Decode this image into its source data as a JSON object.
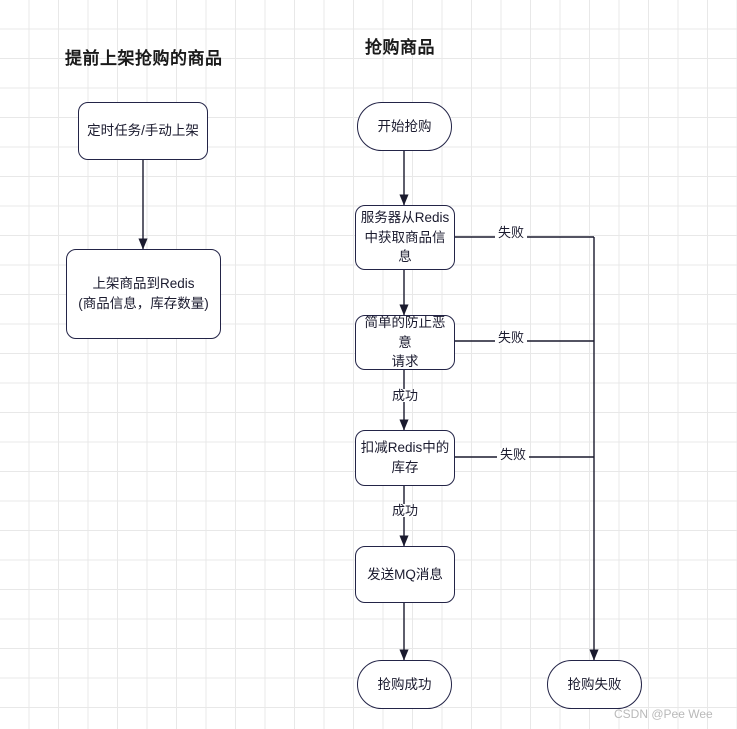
{
  "diagram": {
    "background": "#ffffff",
    "grid_color": "#e8e8e8",
    "stroke_color": "#232447",
    "text_color": "#1a1a2e",
    "columns": [
      {
        "id": "left",
        "title": "提前上架抢购的商品"
      },
      {
        "id": "right",
        "title": "抢购商品"
      }
    ],
    "nodes": [
      {
        "id": "n1",
        "shape": "rounded-rect",
        "lines": [
          "定时任务/手动上架"
        ]
      },
      {
        "id": "n2",
        "shape": "rounded-rect",
        "lines": [
          "上架商品到Redis",
          "(商品信息，库存数量)"
        ]
      },
      {
        "id": "n3",
        "shape": "terminal",
        "lines": [
          "开始抢购"
        ]
      },
      {
        "id": "n4",
        "shape": "rounded-rect",
        "lines": [
          "服务器从Redis",
          "中获取商品信息"
        ]
      },
      {
        "id": "n5",
        "shape": "rounded-rect",
        "lines": [
          "简单的防止恶意",
          "请求"
        ]
      },
      {
        "id": "n6",
        "shape": "rounded-rect",
        "lines": [
          "扣减Redis中的",
          "库存"
        ]
      },
      {
        "id": "n7",
        "shape": "rounded-rect",
        "lines": [
          "发送MQ消息"
        ]
      },
      {
        "id": "n8",
        "shape": "terminal",
        "lines": [
          "抢购成功"
        ]
      },
      {
        "id": "n9",
        "shape": "terminal",
        "lines": [
          "抢购失败"
        ]
      }
    ],
    "edge_labels": {
      "fail_1": "失败",
      "fail_2": "失败",
      "fail_3": "失败",
      "success_1": "成功",
      "success_2": "成功"
    },
    "watermark": "CSDN @Pee Wee"
  }
}
